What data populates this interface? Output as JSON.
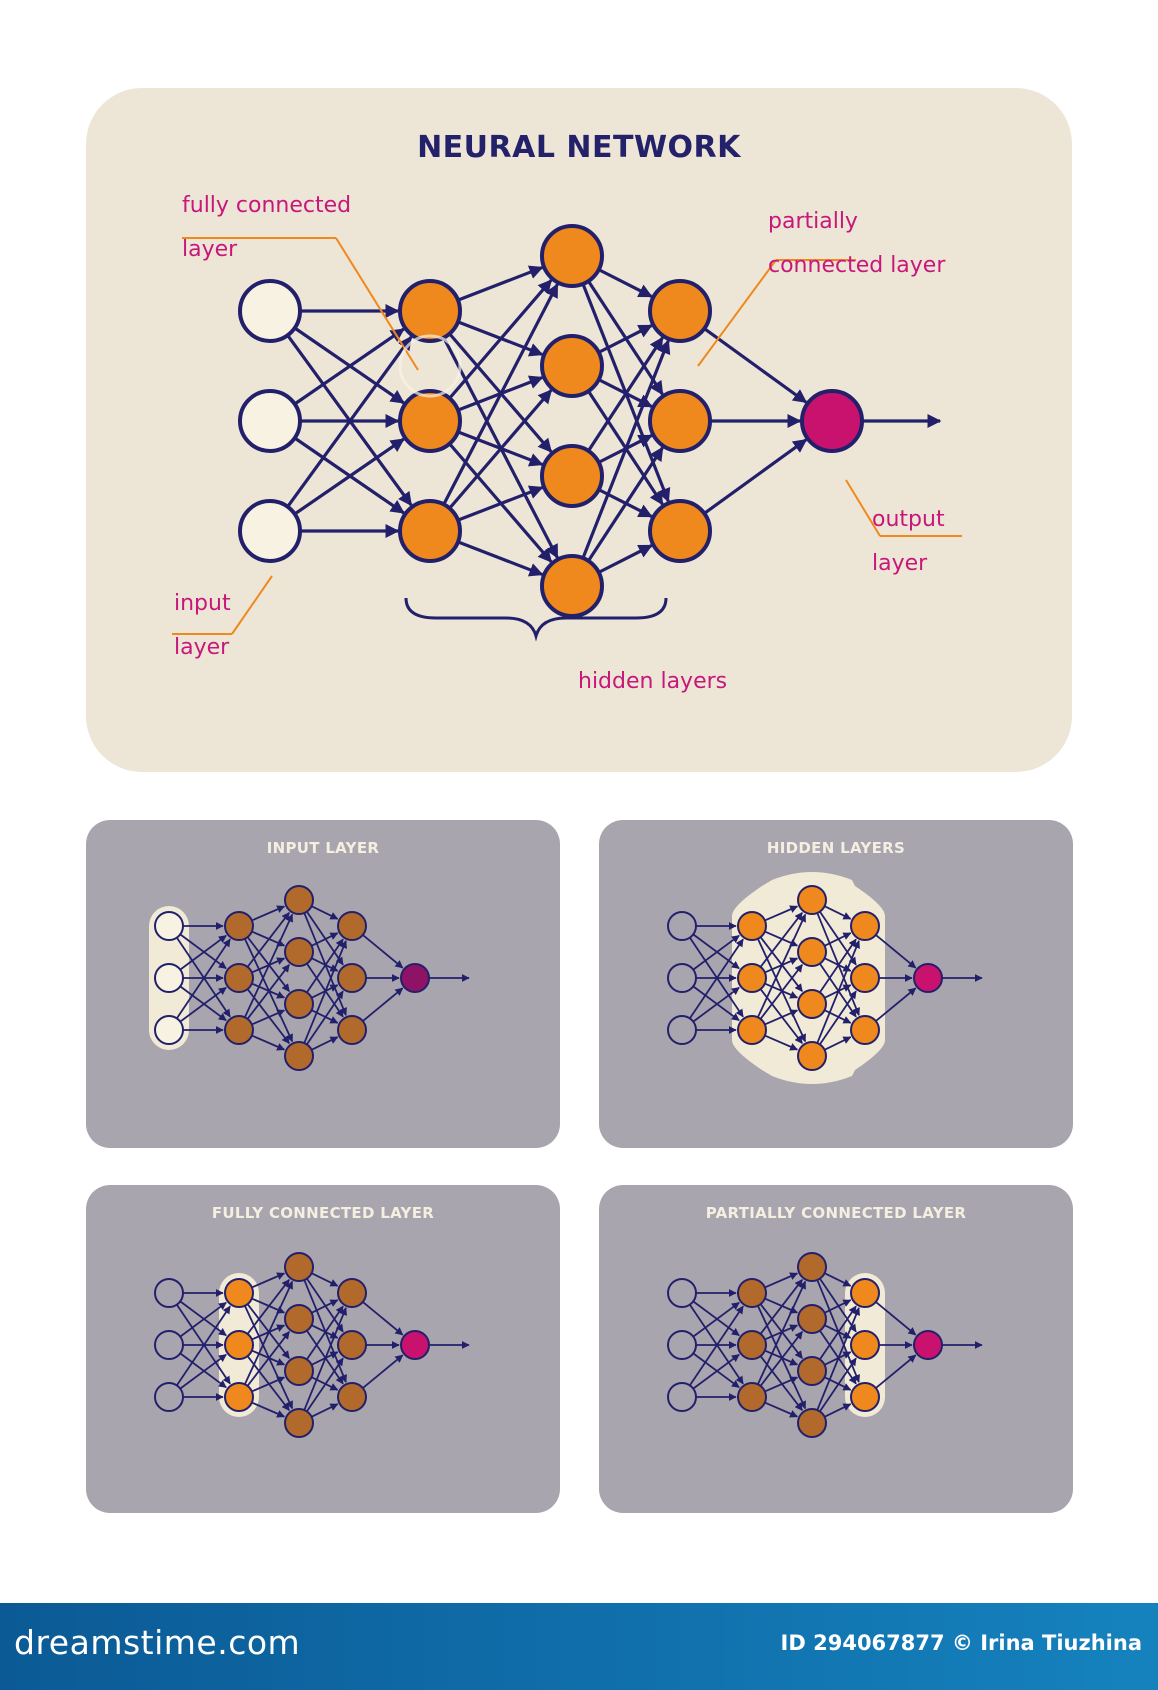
{
  "main": {
    "title": "NEURAL NETWORK",
    "labels": {
      "fully_connected": [
        "fully connected",
        "layer"
      ],
      "partially_connected": [
        "partially",
        "connected layer"
      ],
      "input": [
        "input",
        "layer"
      ],
      "output": [
        "output",
        "layer"
      ],
      "hidden": "hidden layers"
    }
  },
  "panels": [
    {
      "id": "input",
      "title": "INPUT LAYER",
      "highlight": "input"
    },
    {
      "id": "hidden",
      "title": "HIDDEN LAYERS",
      "highlight": "hidden"
    },
    {
      "id": "fully",
      "title": "FULLY CONNECTED LAYER",
      "highlight": "fully"
    },
    {
      "id": "partial",
      "title": "PARTIALLY CONNECTED LAYER",
      "highlight": "partial"
    }
  ],
  "network": {
    "layer_sizes": [
      3,
      3,
      4,
      3,
      1
    ],
    "colors": {
      "line": "#23206b",
      "input_node": "#f7f2e2",
      "hidden_node": "#f0891d",
      "hidden_node_dim": "#b26a2c",
      "output_node": "#c8126e",
      "output_node_dim": "#8e1366",
      "highlight_bg": "#f1ead7",
      "label_line": "#f0891d",
      "label_text": "#c8177a"
    }
  },
  "footer": {
    "brand": "dreamstime.com",
    "credit": "ID 294067877 © Irina Tiuzhina"
  }
}
